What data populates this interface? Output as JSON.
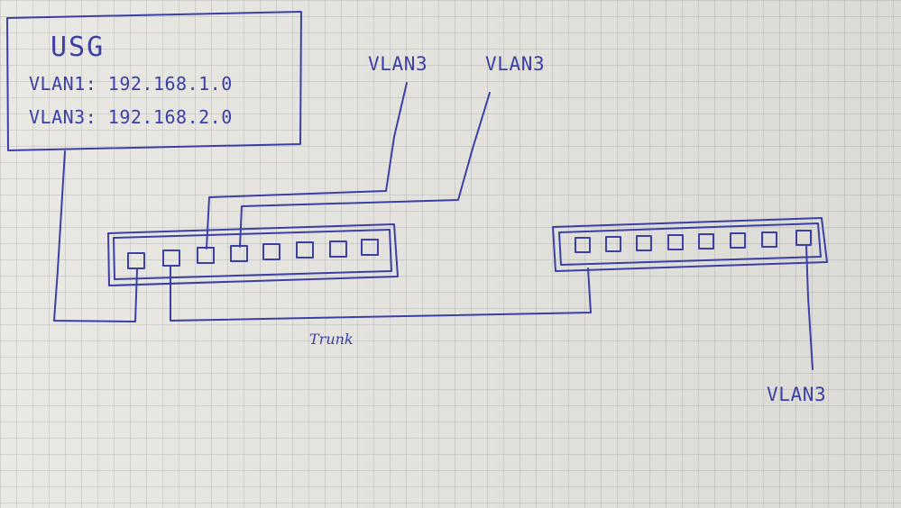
{
  "ink_color": "#3b3fa6",
  "paper_color": "#e9e8e3",
  "usg": {
    "title": "USG",
    "vlan1": "VLAN1: 192.168.1.0",
    "vlan3": "VLAN3: 192.168.2.0"
  },
  "labels": {
    "top_left": "VLAN3",
    "top_right": "VLAN3",
    "right": "VLAN3",
    "trunk": "Trunk"
  }
}
